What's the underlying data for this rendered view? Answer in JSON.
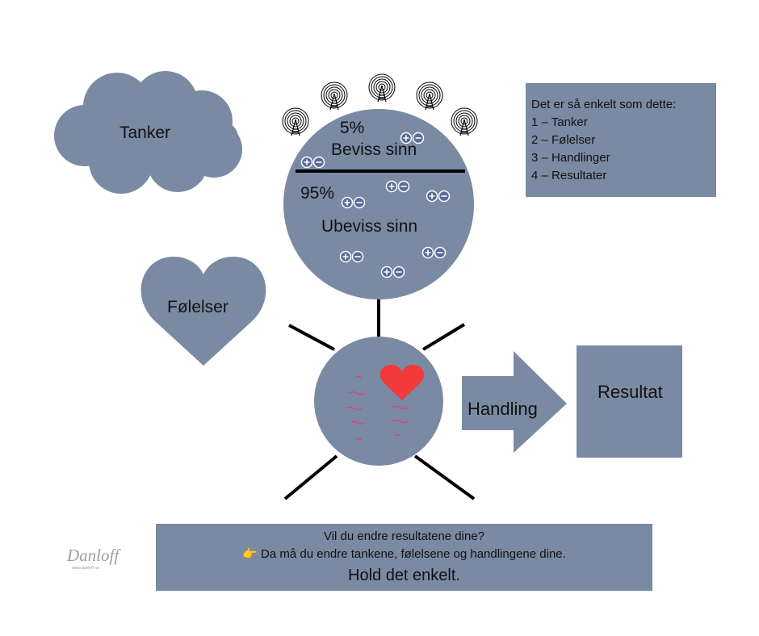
{
  "colors": {
    "shape_fill": "#7a8aa3",
    "line": "#000000",
    "heart": "#f23a3a",
    "squiggle": "#e0408a",
    "icon": "#5a6a9a"
  },
  "cloud": {
    "label": "Tanker"
  },
  "heart_shape": {
    "label": "Følelser"
  },
  "mind": {
    "conscious_percent": "5%",
    "conscious_label": "Beviss sinn",
    "subconscious_percent": "95%",
    "subconscious_label": "Ubeviss sinn"
  },
  "action": {
    "label": "Handling"
  },
  "result": {
    "label": "Resultat"
  },
  "steps": {
    "title": "Det er så enkelt som dette:",
    "items": [
      "1 – Tanker",
      "2 – Følelser",
      "3 – Handlinger",
      "4 – Resultater"
    ]
  },
  "bottom": {
    "question": "Vil du endre resultatene dine?",
    "pointer_icon": "👉",
    "answer": "Da må du endre tankene, følelsene og handlingene dine.",
    "conclusion": "Hold det enkelt."
  },
  "logo": {
    "text": "Danloff",
    "sub": "www.danloff.no"
  },
  "icons": [
    "broadcast-tower-icon",
    "plus-minus-icon",
    "heart-icon",
    "pointing-hand-icon"
  ]
}
